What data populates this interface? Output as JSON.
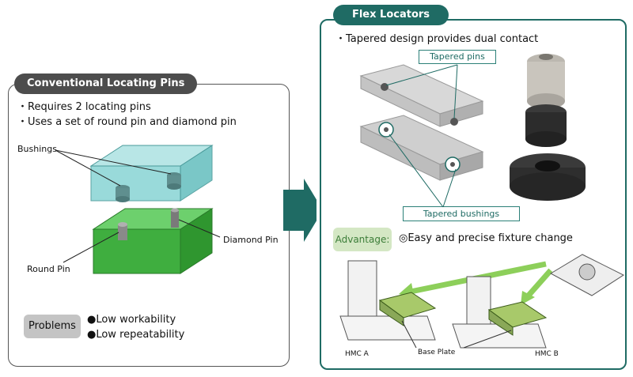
{
  "conventional": {
    "title": "Conventional Locating Pins",
    "bullets": [
      "・Requires 2 locating pins",
      "・Uses a set of round pin and diamond pin"
    ],
    "labels": {
      "bushings": "Bushings",
      "round_pin": "Round Pin",
      "diamond_pin": "Diamond Pin"
    },
    "problems_label": "Problems",
    "problems": [
      "●Low workability",
      "●Low repeatability"
    ]
  },
  "flex": {
    "title": "Flex Locators",
    "bullet": "・Tapered design provides dual contact",
    "tapered_pins": "Tapered pins",
    "tapered_bushings": "Tapered bushings",
    "advantage_label": "Advantage:",
    "advantage_text": "◎Easy and precise fixture change",
    "hmc_a": "HMC A",
    "hmc_b": "HMC B",
    "base_plate": "Base Plate"
  },
  "colors": {
    "teal": "#1f6b64",
    "green": "#3aa83a",
    "cyan": "#8fd6d6",
    "gray": "#4d4d4d"
  }
}
